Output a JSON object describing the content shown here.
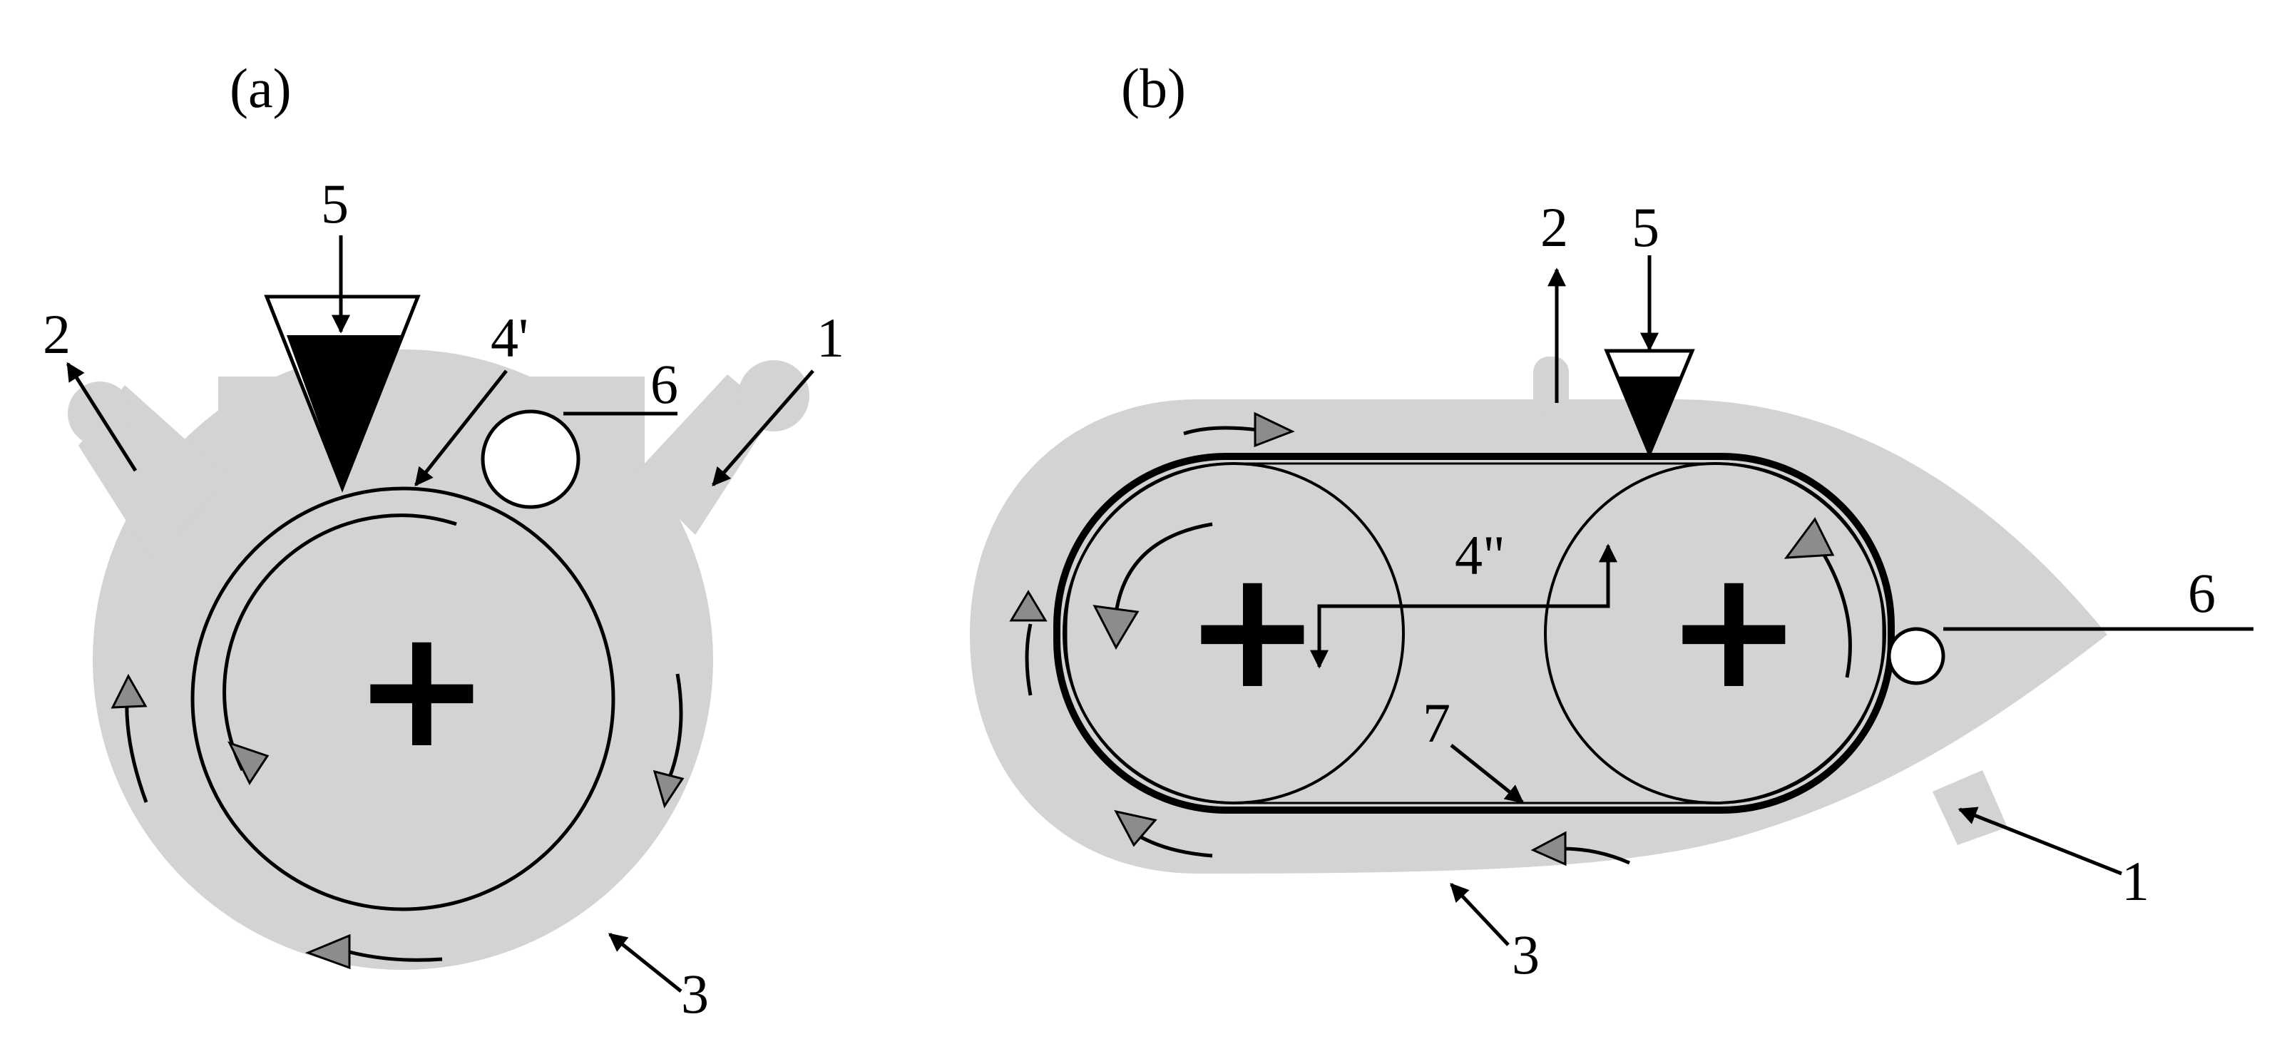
{
  "panels": {
    "a": {
      "title": "(a)",
      "labels": {
        "n1": "1",
        "n2": "2",
        "n3": "3",
        "n4": "4'",
        "n5": "5",
        "n6": "6"
      },
      "center_mark": "+"
    },
    "b": {
      "title": "(b)",
      "labels": {
        "n1": "1",
        "n2": "2",
        "n3": "3",
        "n4": "4\"",
        "n5": "5",
        "n6": "6",
        "n7": "7"
      },
      "center_mark_left": "+",
      "center_mark_right": "+"
    }
  },
  "colors": {
    "housing": "#d3d3d3",
    "stroke": "#000000",
    "flow_arrow": "#8c8c8c",
    "background": "#ffffff"
  }
}
